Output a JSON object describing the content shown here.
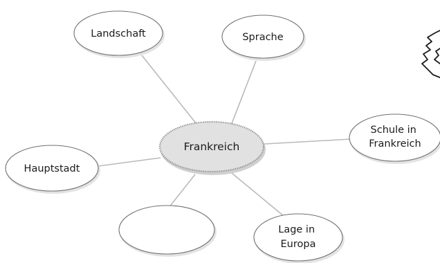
{
  "center": {
    "label": "Frankreich"
  },
  "nodes": {
    "landschaft": {
      "label_lines": [
        "Landschaft"
      ]
    },
    "sprache": {
      "label_lines": [
        "Sprache"
      ]
    },
    "schule": {
      "label_lines": [
        "Schule in",
        "Frankreich"
      ]
    },
    "hauptstadt": {
      "label_lines": [
        "Hauptstadt"
      ]
    },
    "empty": {
      "label_lines": []
    },
    "lage": {
      "label_lines": [
        "Lage in",
        "Europa"
      ]
    }
  },
  "colors": {
    "center_fill": "#e1e1e1",
    "bubble_fill": "#ffffff",
    "bubble_stroke": "#6f6f6f",
    "connector": "#b9b9b9",
    "text": "#1a1a1a"
  },
  "icons": {
    "corner_decoration": "sketch-doodle-icon"
  }
}
